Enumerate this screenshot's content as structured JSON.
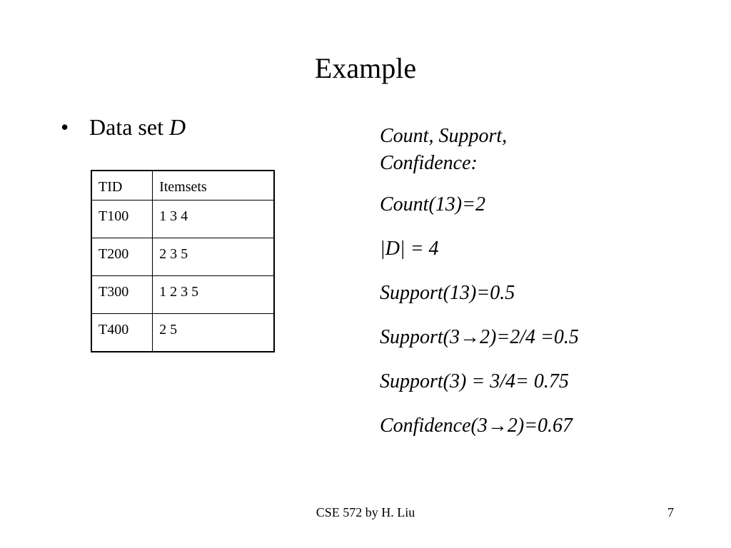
{
  "slide": {
    "title": "Example",
    "bullet": {
      "marker": "•",
      "text": "Data set ",
      "emphasis": "D"
    },
    "table": {
      "headers": [
        "TID",
        "Itemsets"
      ],
      "rows": [
        [
          "T100",
          "1 3 4"
        ],
        [
          "T200",
          "2 3 5"
        ],
        [
          "T300",
          "1 2 3 5"
        ],
        [
          "T400",
          "2 5"
        ]
      ]
    },
    "notes": {
      "heading": "Count, Support, Confidence:",
      "lines": [
        "Count(13)=2",
        "|D| = 4",
        "Support(13)=0.5",
        "Support(3→2)=2/4 =0.5",
        "Support(3) = 3/4= 0.75",
        "Confidence(3→2)=0.67"
      ]
    },
    "footer": "CSE 572 by H. Liu",
    "page_number": "7"
  }
}
